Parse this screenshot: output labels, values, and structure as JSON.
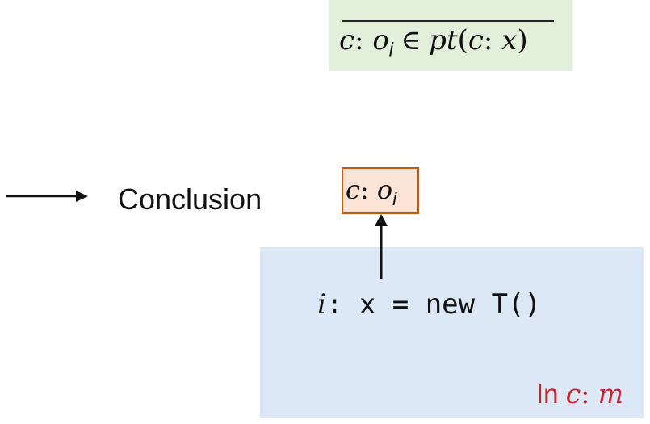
{
  "rule": {
    "premise": "",
    "conclusion_context": "c",
    "conclusion_object": "o",
    "conclusion_object_sub": "i",
    "conclusion_relation": "∈",
    "conclusion_pt": "pt",
    "conclusion_var": "x"
  },
  "legend": {
    "label": "Conclusion"
  },
  "object_node": {
    "context": "c",
    "object": "o",
    "object_sub": "i"
  },
  "statement": {
    "label": "i",
    "code": ": x = new T()"
  },
  "method_context": {
    "prefix": "In",
    "context": "c",
    "method": "m"
  },
  "colors": {
    "rule_bg": "#e2efda",
    "context_bg": "#dce8f5",
    "node_bg": "#fbe4d5",
    "node_border": "#c55a11",
    "context_label": "#c0262d"
  }
}
